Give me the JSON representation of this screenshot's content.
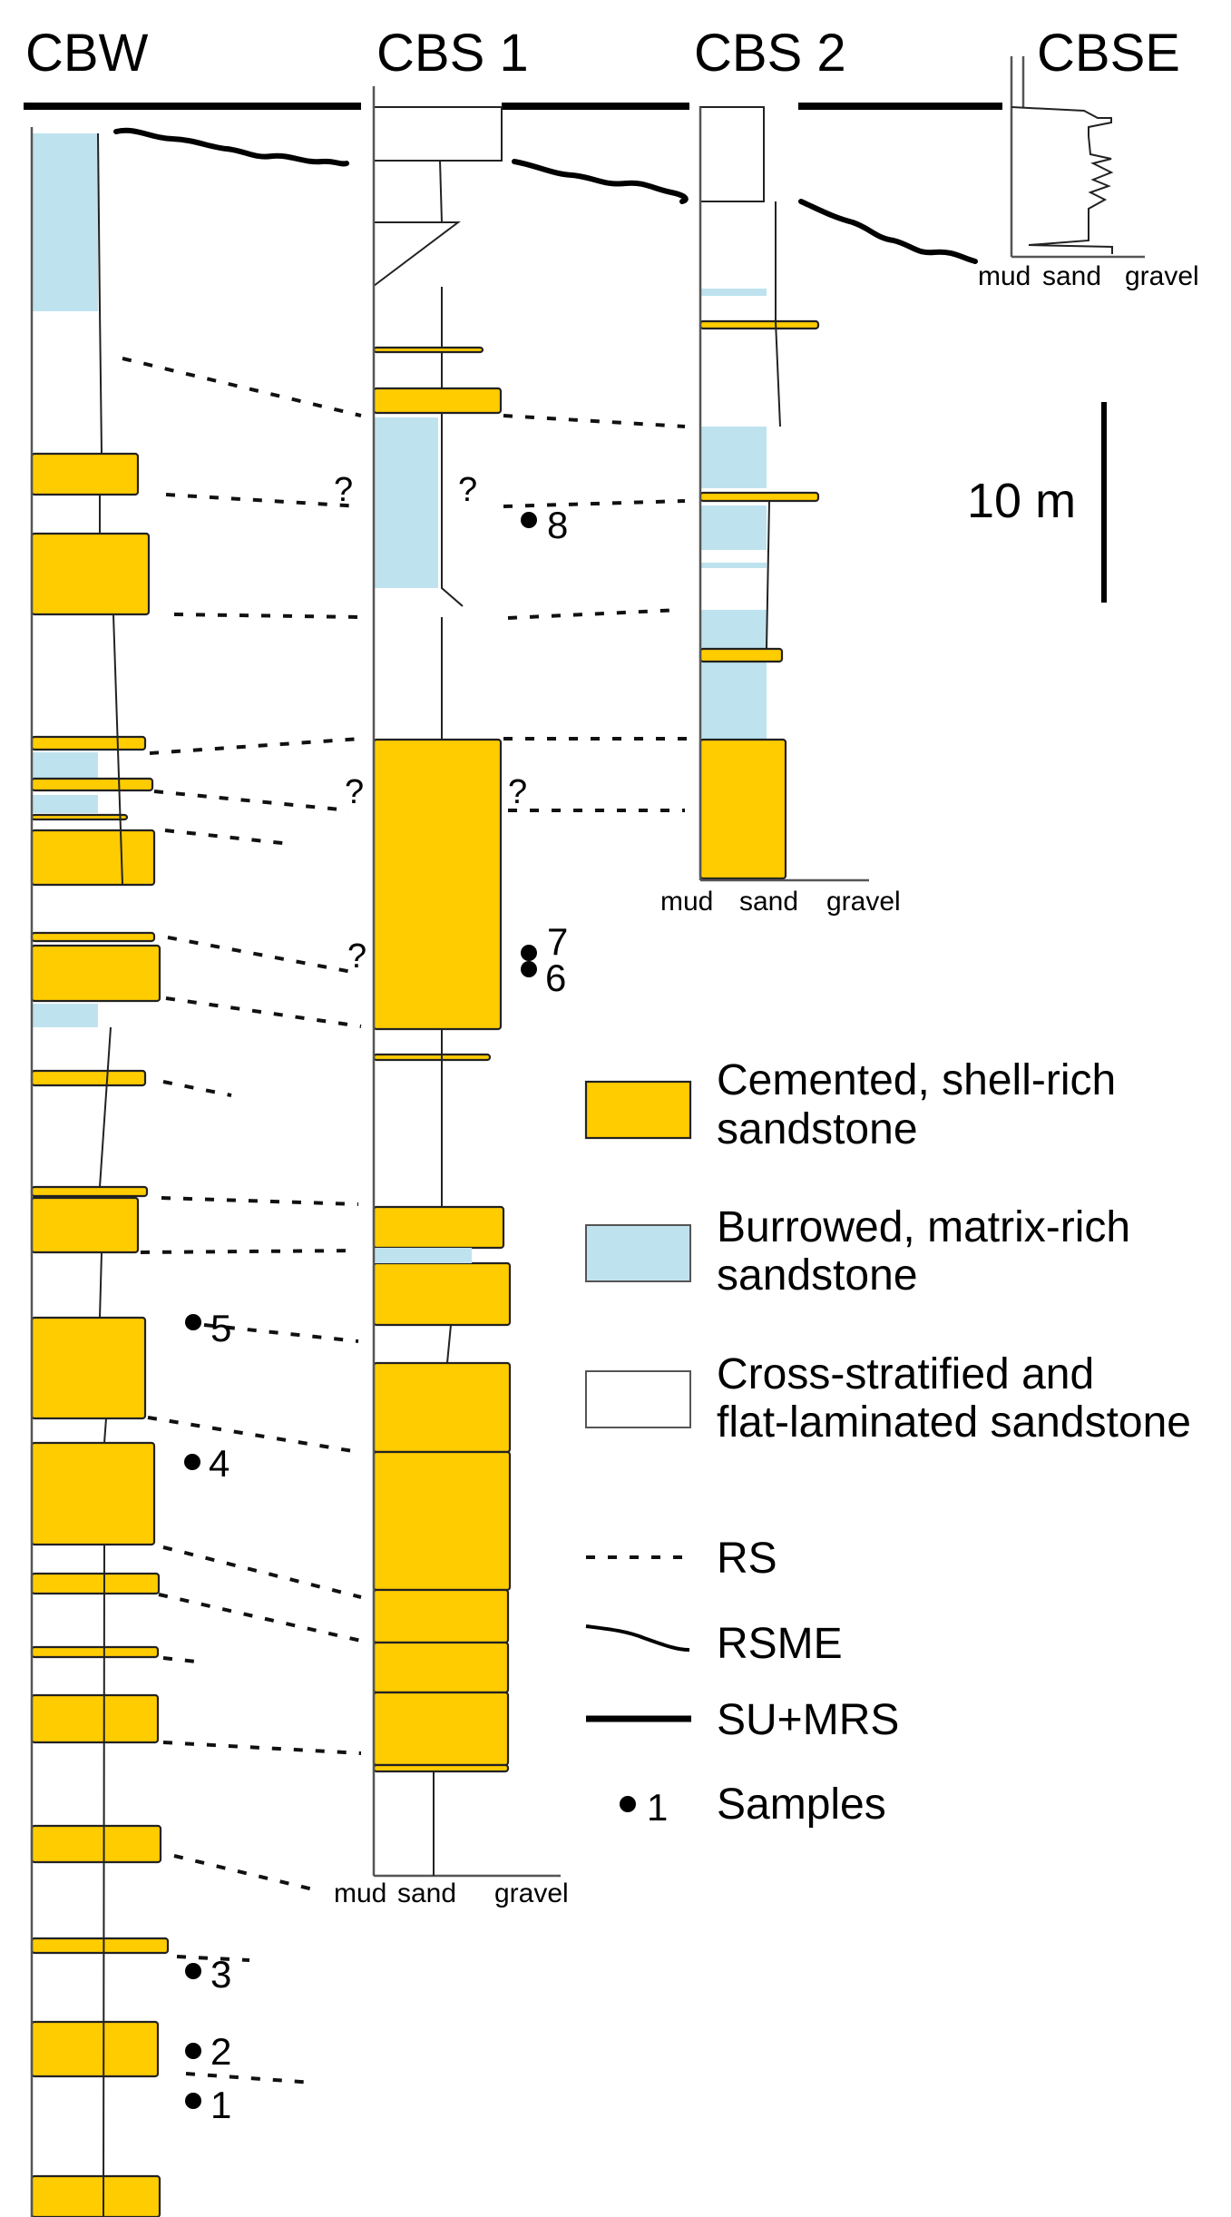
{
  "figure": {
    "sections": [
      {
        "id": "cbw",
        "title": "CBW"
      },
      {
        "id": "cbs1",
        "title": "CBS 1"
      },
      {
        "id": "cbs2",
        "title": "CBS 2"
      },
      {
        "id": "cbse",
        "title": "CBSE"
      }
    ],
    "grain_axis": {
      "mud": "mud",
      "sand": "sand",
      "gravel": "gravel"
    },
    "scale_bar": {
      "label": "10 m",
      "value_m": 10
    },
    "question_mark": "?",
    "colors": {
      "cemented": "#FFCC00",
      "burrowed": "#BEE3EE",
      "cross_stratified": "#FFFFFF",
      "line": "#000000"
    },
    "samples": [
      {
        "id": "1",
        "section": "cbw"
      },
      {
        "id": "2",
        "section": "cbw"
      },
      {
        "id": "3",
        "section": "cbw"
      },
      {
        "id": "4",
        "section": "cbw"
      },
      {
        "id": "5",
        "section": "cbw"
      },
      {
        "id": "6",
        "section": "cbs1"
      },
      {
        "id": "7",
        "section": "cbs1"
      },
      {
        "id": "8",
        "section": "cbs1"
      }
    ],
    "legend": {
      "facies": [
        {
          "key": "cemented",
          "line1": "Cemented, shell-rich",
          "line2": "sandstone"
        },
        {
          "key": "burrowed",
          "line1": "Burrowed, matrix-rich",
          "line2": "sandstone"
        },
        {
          "key": "cross_stratified",
          "line1": "Cross-stratified and",
          "line2": "flat-laminated sandstone"
        }
      ],
      "surfaces": [
        {
          "key": "rs",
          "label": "RS"
        },
        {
          "key": "rsme",
          "label": "RSME"
        },
        {
          "key": "su_mrs",
          "label": "SU+MRS"
        }
      ],
      "samples": {
        "symbol_number": "1",
        "label": "Samples"
      }
    }
  }
}
